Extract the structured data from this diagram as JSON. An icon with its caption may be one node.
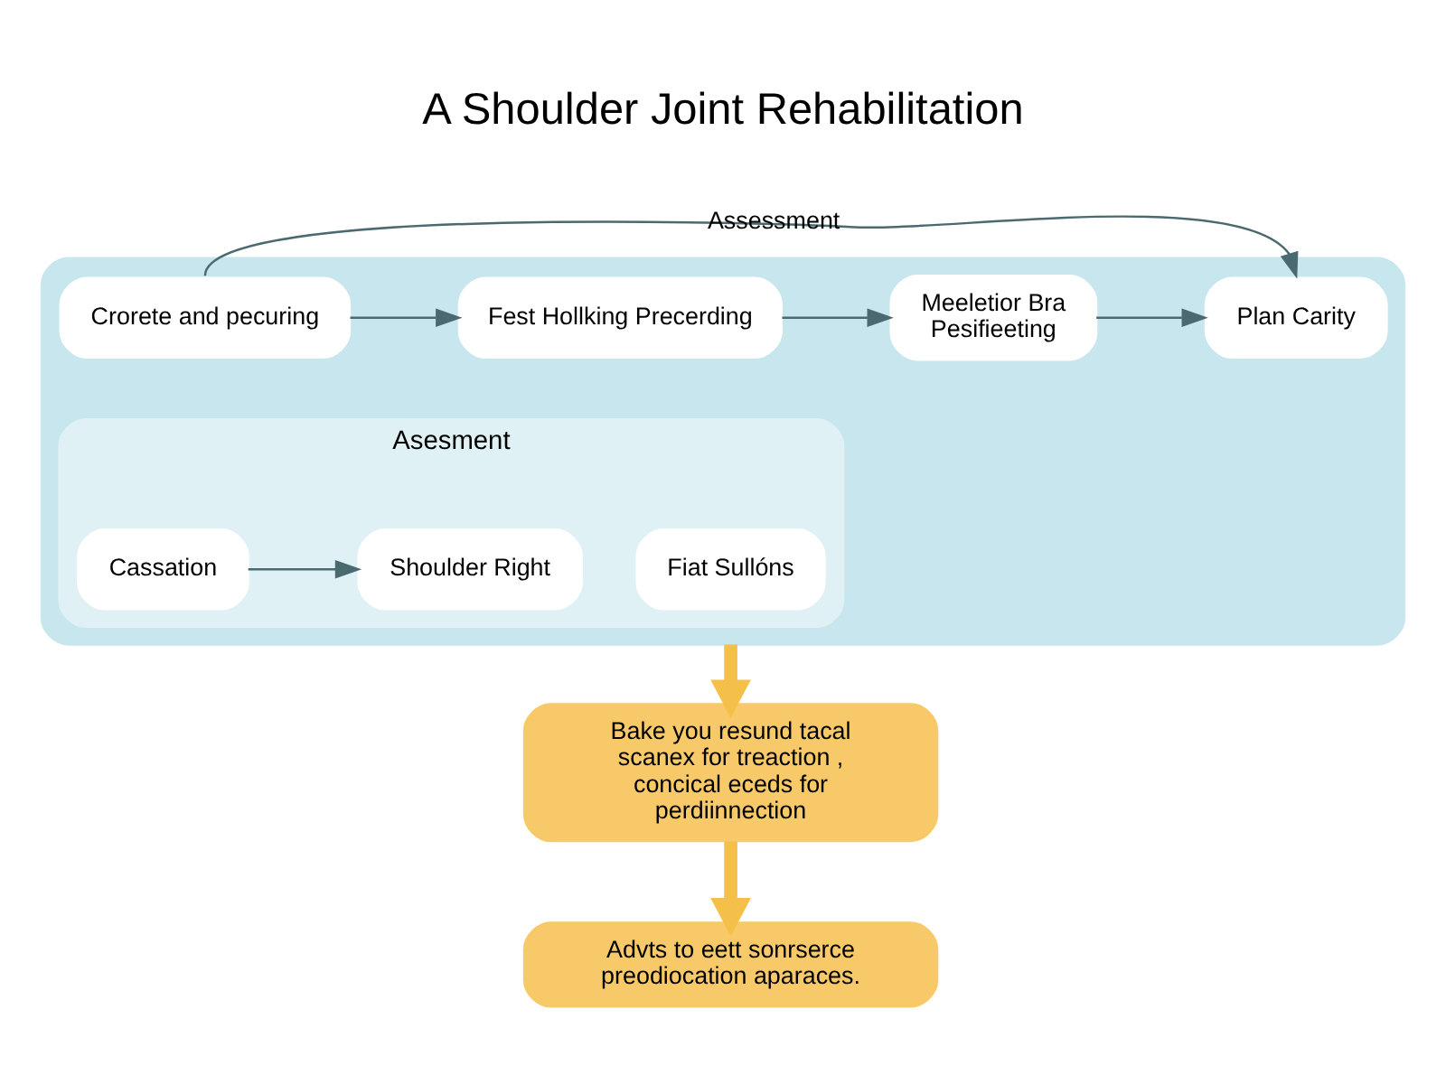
{
  "diagram": {
    "title": "A Shoulder Joint Rehabilitation",
    "nodes": [
      {
        "text": [],
        "shape": "box"
      },
      {
        "text": [
          "Crorete and pecuring"
        ],
        "in": 0
      },
      {
        "text": [
          "Fest Hollking Precerding"
        ],
        "in": 0
      },
      {
        "text": [
          "Meeletior Bra Pesifieeting"
        ],
        "in": 0
      },
      {
        "text": [
          "Plan Carity"
        ],
        "in": 0
      },
      {
        "text": [
          "Asesment"
        ],
        "in": 0
      },
      {
        "text": [
          "Fiat Sullóns"
        ],
        "in": 5
      },
      {
        "text": [
          "Cassation"
        ],
        "in": 5
      },
      {
        "text": [
          "Shoulder Right"
        ],
        "in": 5
      },
      {
        "text": [
          "Advts to eett sonrserce preodiocation aparaces."
        ]
      },
      {
        "text": [
          "Bake you resund tacal scanex for treaction , concical eceds for perdiinnection"
        ]
      }
    ],
    "edges": [
      {
        "from": 1,
        "to": 2,
        "arrow": "to"
      },
      {
        "from": 2,
        "to": 3,
        "arrow": "to"
      },
      {
        "from": 3,
        "to": 4,
        "arrow": "to"
      },
      {
        "from": 1,
        "to": 4,
        "arrow": "to",
        "label": "Assessment"
      },
      {
        "from": 7,
        "to": 8,
        "arrow": "to"
      },
      {
        "from": 0,
        "to": 10,
        "arrow": "to",
        "style": "thick",
        "color": "#f5c04a"
      },
      {
        "from": 10,
        "to": 9,
        "arrow": "to",
        "style": "thick",
        "color": "#f5c04a"
      }
    ]
  }
}
